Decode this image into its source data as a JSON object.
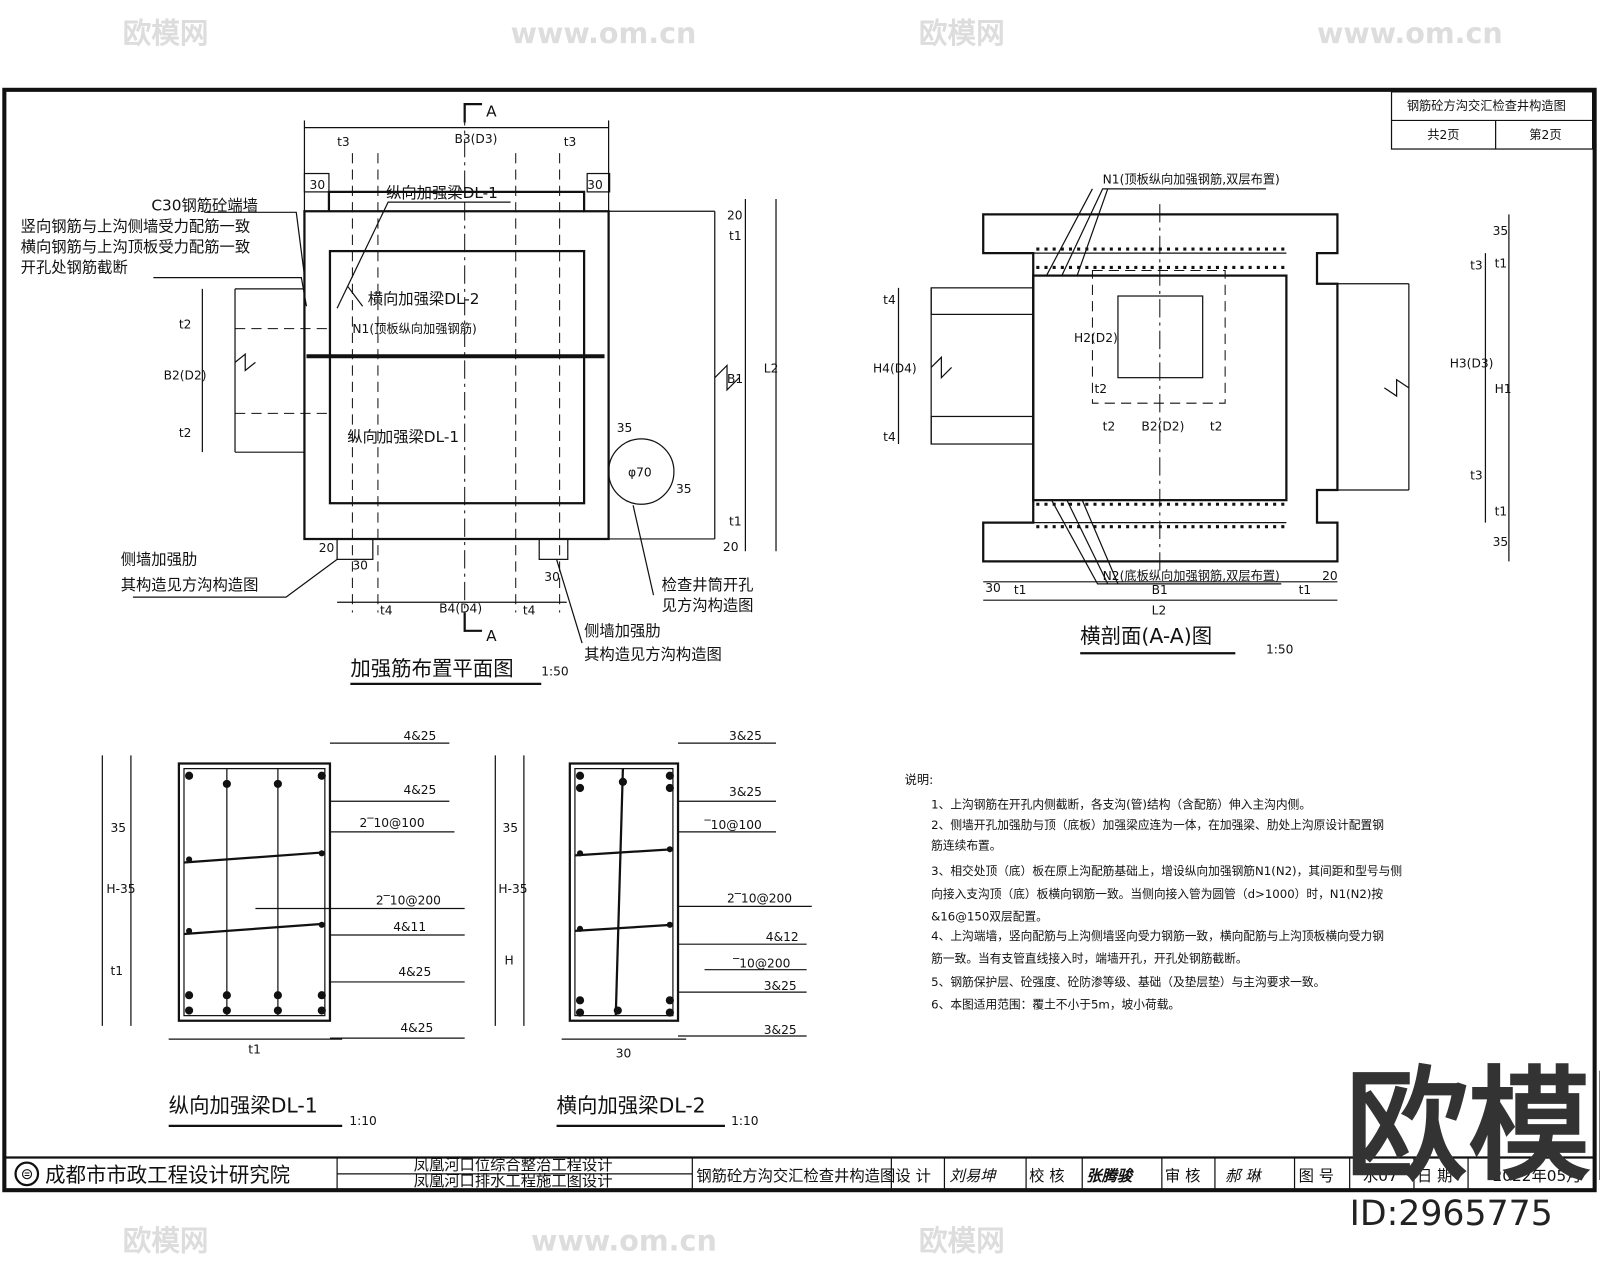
{
  "sheet": {
    "title_box": {
      "title": "钢筋砼方沟交汇检查井构造图",
      "total_pages": "共2页",
      "page": "第2页"
    },
    "watermark": {
      "logo": "欧模网",
      "id": "ID:2965775",
      "site": "www.om.cn"
    }
  },
  "plan": {
    "title": "加强筋布置平面图",
    "scale": "1:50",
    "section_mark": "A",
    "labels": {
      "b3": "B3(D3)",
      "t3": "t3",
      "d30": "30",
      "d20": "20",
      "d35": "35",
      "dl1": "纵向加强梁DL-1",
      "dl2": "横向加强梁DL-2",
      "n1": "N1(顶板纵向加强钢筋)",
      "endwall": "C30钢筋砼端墙",
      "note1": "竖向钢筋与上沟侧墙受力配筋一致",
      "note2": "横向钢筋与上沟顶板受力配筋一致",
      "note3": "开孔处钢筋截断",
      "rib1": "侧墙加强肋",
      "rib2": "其构造见方沟构造图",
      "shaft1": "检查井筒开孔",
      "shaft2": "见方沟构造图",
      "phi": "φ70",
      "b4": "B4(D4)",
      "t4": "t4",
      "t1": "t1",
      "t2": "t2",
      "b1": "B1",
      "l2": "L2",
      "b2": "B2(D2)"
    }
  },
  "section_aa": {
    "title": "横剖面(A-A)图",
    "scale": "1:50",
    "labels": {
      "n1": "N1(顶板纵向加强钢筋,双层布置)",
      "n2": "N2(底板纵向加强钢筋,双层布置)",
      "d35": "35",
      "t1": "t1",
      "t3": "t3",
      "h1": "H1",
      "h3": "H3(D3)",
      "h2": "H2(D2)",
      "t2": "t2",
      "b2": "B2(D2)",
      "h4": "H4(D4)",
      "t4": "t4",
      "d30": "30",
      "d20": "20",
      "b1": "B1",
      "l2": "L2"
    }
  },
  "beam_dl1": {
    "title": "纵向加强梁DL-1",
    "scale": "1:10",
    "labels": [
      "4&25",
      "4&25",
      "2‾10@100",
      "2‾10@200",
      "4&11",
      "4&25",
      "4&25"
    ],
    "dims": {
      "d35": "35",
      "h35": "H-35",
      "t1": "t1",
      "w": "t1"
    }
  },
  "beam_dl2": {
    "title": "横向加强梁DL-2",
    "scale": "1:10",
    "labels": [
      "3&25",
      "3&25",
      "‾10@100",
      "2‾10@200",
      "4&12",
      "‾10@200",
      "3&25",
      "3&25"
    ],
    "dims": {
      "d35": "35",
      "h35": "H-35",
      "h": "H",
      "w": "30"
    }
  },
  "notes": {
    "heading": "说明:",
    "items": [
      "1、上沟钢筋在开孔内侧截断，各支沟(管)结构（含配筋）伸入主沟内侧。",
      "2、侧墙开孔加强肋与顶（底板）加强梁应连为一体，在加强梁、肋处上沟原设计配置钢",
      "筋连续布置。",
      "3、相交处顶（底）板在原上沟配筋基础上，增设纵向加强钢筋N1(N2)，其间距和型号与侧",
      "向接入支沟顶（底）板横向钢筋一致。当侧向接入管为圆管（d>1000）时，N1(N2)按",
      "&16@150双层配置。",
      "4、上沟端墙，竖向配筋与上沟侧墙竖向受力钢筋一致，横向配筋与上沟顶板横向受力钢",
      "筋一致。当有支管直线接入时，端墙开孔，开孔处钢筋截断。",
      "5、钢筋保护层、砼强度、砼防渗等级、基础（及垫层垫）与主沟要求一致。",
      "6、本图适用范围：覆土不小于5m，坡小荷载。"
    ]
  },
  "title_block": {
    "institute": "成都市市政工程设计研究院",
    "project_line1": "凤凰河口位综合整治工程设计",
    "project_line2": "凤凰河口排水工程施工图设计",
    "drawing_name": "钢筋砼方沟交汇检查井构造图",
    "design_label": "设  计",
    "designer": "刘易坤",
    "check_label": "校  核",
    "checker": "张腾骏",
    "review_label": "审  核",
    "reviewer": "郝  琳",
    "drawing_no_label": "图  号",
    "drawing_no": "水07",
    "date_label": "日  期",
    "date": "2022年05月"
  }
}
